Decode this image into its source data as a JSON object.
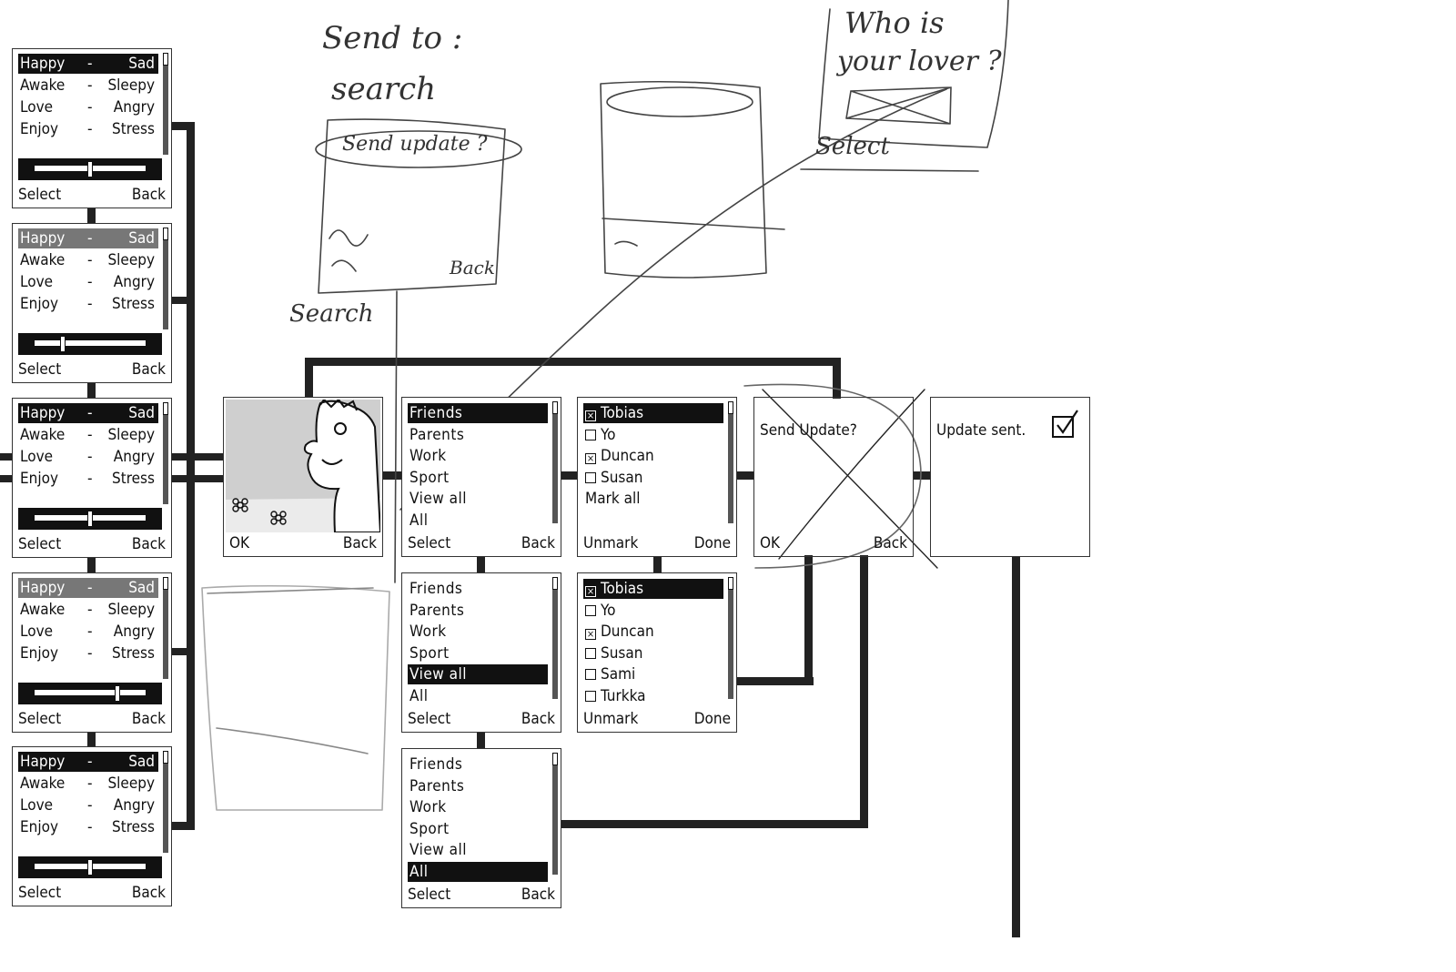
{
  "sketch_notes": {
    "send_to": "Send to :",
    "search": "search",
    "send_update": "Send update ?",
    "back": "Back",
    "search_label": "Search",
    "who_is": "Who is",
    "your_lover": "your lover ?",
    "select": "Select"
  },
  "mood_screens": [
    {
      "rows": [
        [
          "Happy",
          "-",
          "Sad"
        ],
        [
          "Awake",
          "-",
          "Sleepy"
        ],
        [
          "Love",
          "-",
          "Angry"
        ],
        [
          "Enjoy",
          "-",
          "Stress"
        ]
      ],
      "highlight": "sel",
      "slider_level": 0.5,
      "softkey_left": "Select",
      "softkey_right": "Back"
    },
    {
      "rows": [
        [
          "Happy",
          "-",
          "Sad"
        ],
        [
          "Awake",
          "-",
          "Sleepy"
        ],
        [
          "Love",
          "-",
          "Angry"
        ],
        [
          "Enjoy",
          "-",
          "Stress"
        ]
      ],
      "highlight": "grey",
      "slider_level": 0.25,
      "softkey_left": "Select",
      "softkey_right": "Back"
    },
    {
      "rows": [
        [
          "Happy",
          "-",
          "Sad"
        ],
        [
          "Awake",
          "-",
          "Sleepy"
        ],
        [
          "Love",
          "-",
          "Angry"
        ],
        [
          "Enjoy",
          "-",
          "Stress"
        ]
      ],
      "highlight": "sel",
      "slider_level": 0.5,
      "softkey_left": "Select",
      "softkey_right": "Back"
    },
    {
      "rows": [
        [
          "Happy",
          "-",
          "Sad"
        ],
        [
          "Awake",
          "-",
          "Sleepy"
        ],
        [
          "Love",
          "-",
          "Angry"
        ],
        [
          "Enjoy",
          "-",
          "Stress"
        ]
      ],
      "highlight": "grey",
      "slider_level": 0.75,
      "softkey_left": "Select",
      "softkey_right": "Back"
    },
    {
      "rows": [
        [
          "Happy",
          "-",
          "Sad"
        ],
        [
          "Awake",
          "-",
          "Sleepy"
        ],
        [
          "Love",
          "-",
          "Angry"
        ],
        [
          "Enjoy",
          "-",
          "Stress"
        ]
      ],
      "highlight": "sel",
      "slider_level": 0.5,
      "softkey_left": "Select",
      "softkey_right": "Back"
    }
  ],
  "picture_screen": {
    "softkey_left": "OK",
    "softkey_right": "Back"
  },
  "group_screens": [
    {
      "items": [
        "Friends",
        "Parents",
        "Work",
        "Sport",
        "View all",
        "All"
      ],
      "selected": 0,
      "softkey_left": "Select",
      "softkey_right": "Back"
    },
    {
      "items": [
        "Friends",
        "Parents",
        "Work",
        "Sport",
        "View all",
        "All"
      ],
      "selected": 4,
      "softkey_left": "Select",
      "softkey_right": "Back"
    },
    {
      "items": [
        "Friends",
        "Parents",
        "Work",
        "Sport",
        "View all",
        "All"
      ],
      "selected": 5,
      "softkey_left": "Select",
      "softkey_right": "Back"
    }
  ],
  "contact_screens": [
    {
      "items": [
        {
          "label": "Tobias",
          "checked": true
        },
        {
          "label": "Yo",
          "checked": false
        },
        {
          "label": "Duncan",
          "checked": true
        },
        {
          "label": "Susan",
          "checked": false
        },
        {
          "label": "Mark all",
          "checked": null
        }
      ],
      "selected": 0,
      "softkey_left": "Unmark",
      "softkey_right": "Done"
    },
    {
      "items": [
        {
          "label": "Tobias",
          "checked": true
        },
        {
          "label": "Yo",
          "checked": false
        },
        {
          "label": "Duncan",
          "checked": true
        },
        {
          "label": "Susan",
          "checked": false
        },
        {
          "label": "Sami",
          "checked": false
        },
        {
          "label": "Turkka",
          "checked": false
        }
      ],
      "selected": 0,
      "softkey_left": "Unmark",
      "softkey_right": "Done"
    }
  ],
  "confirm_screen": {
    "message": "Send Update?",
    "softkey_left": "OK",
    "softkey_right": "Back"
  },
  "sent_screen": {
    "message": "Update sent."
  }
}
